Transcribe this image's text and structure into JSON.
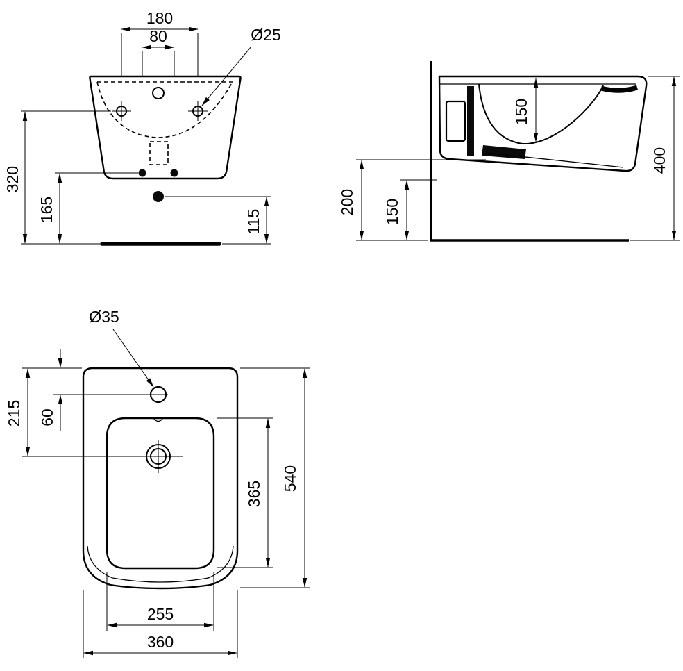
{
  "page": {
    "background": "#ffffff",
    "line_color": "#000000"
  },
  "drawing": {
    "kind": "technical-dimension-drawing",
    "product": "wall-hung bidet",
    "views": {
      "front": {
        "name": "front-view",
        "dims": {
          "hole_spacing": "180",
          "bolt_spacing": "80",
          "hole_diameter": "Ø25",
          "rim_height": "320",
          "bolt_height": "165",
          "outlet_height": "115"
        }
      },
      "side": {
        "name": "side-view",
        "dims": {
          "bowl_depth": "150",
          "overall_height": "400",
          "underside_height": "200",
          "drain_height": "150"
        }
      },
      "top": {
        "name": "top-view",
        "dims": {
          "tap_hole_diameter": "Ø35",
          "drain_offset": "215",
          "tap_hole_offset": "60",
          "basin_length": "365",
          "overall_length": "540",
          "basin_width": "255",
          "overall_width": "360"
        }
      }
    }
  }
}
